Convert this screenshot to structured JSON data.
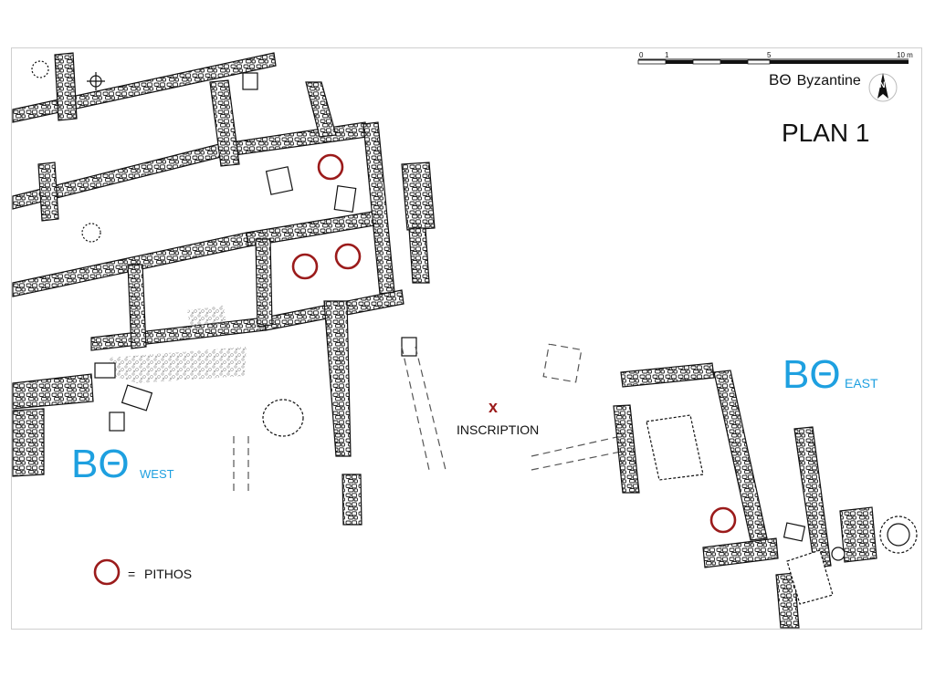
{
  "title": "PLAN 1",
  "legend": {
    "code": "ΒΘ",
    "period": "Byzantine"
  },
  "areas": {
    "west": {
      "code": "ΒΘ",
      "word": "WEST"
    },
    "east": {
      "code": "ΒΘ",
      "word": "EAST"
    }
  },
  "inscription": {
    "mark": "x",
    "label": "INSCRIPTION"
  },
  "key": {
    "equals": "=",
    "label": "PITHOS"
  },
  "scale_bar": {
    "ticks": [
      "0",
      "1",
      "5",
      "10 m"
    ]
  },
  "north_arrow": {
    "letter": "N"
  },
  "colors": {
    "pithos": "#9b1b1b",
    "area_label": "#1ea0e0",
    "stone": "#222222"
  }
}
